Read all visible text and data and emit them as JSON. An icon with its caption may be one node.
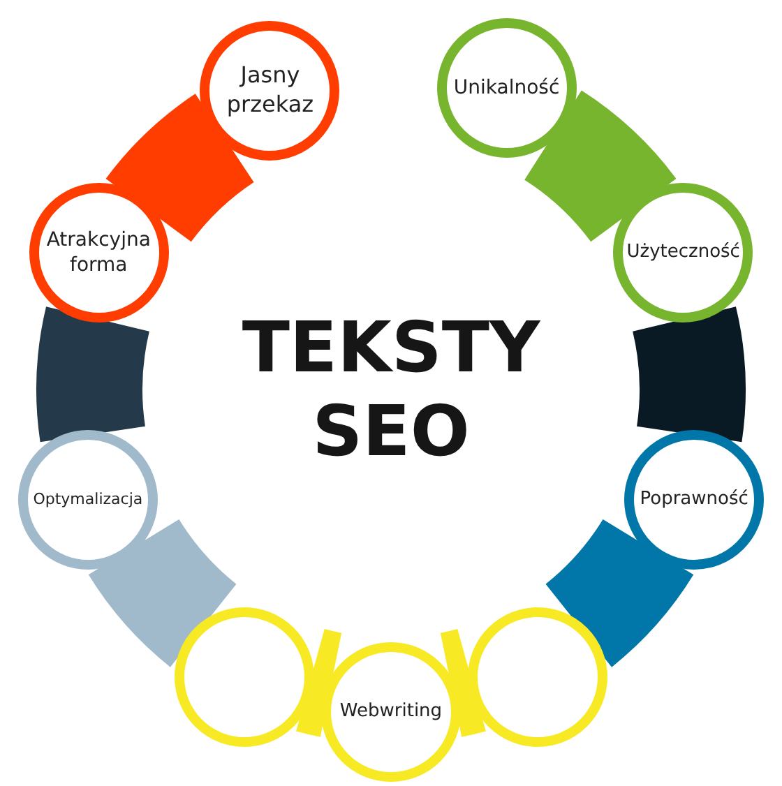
{
  "diagram": {
    "nodes": [
      {
        "text": [
          "TEKSTY SEO"
        ]
      },
      {
        "text": [
          "Jasny przekaz"
        ]
      },
      {
        "text": [
          "Unikalność"
        ]
      },
      {
        "text": [
          "Użyteczność"
        ]
      },
      {
        "text": [
          "Poprawność"
        ]
      },
      {
        "text": [],
        "shape": "circle"
      },
      {
        "text": [
          "Webwriting"
        ]
      },
      {
        "text": [],
        "shape": "circle"
      },
      {
        "text": [
          "Optymalizacja"
        ]
      },
      {
        "text": [
          "Atrakcyjna forma"
        ]
      }
    ],
    "edges": [
      {
        "from": 9,
        "to": 1,
        "arrow": "none",
        "color": "#ff3d00"
      },
      {
        "from": 2,
        "to": 3,
        "arrow": "none",
        "color": "#77b52e"
      },
      {
        "from": 3,
        "to": 4,
        "arrow": "none",
        "color": "#0a1a24"
      },
      {
        "from": 4,
        "to": 7,
        "arrow": "none",
        "color": "#0077a8"
      },
      {
        "from": 7,
        "to": 6,
        "arrow": "none",
        "color": "#f7ea25"
      },
      {
        "from": 6,
        "to": 5,
        "arrow": "none",
        "color": "#f7ea25"
      },
      {
        "from": 5,
        "to": 8,
        "arrow": "none",
        "color": "#a0bacb"
      },
      {
        "from": 8,
        "to": 9,
        "arrow": "none",
        "color": "#243a4a"
      }
    ]
  }
}
